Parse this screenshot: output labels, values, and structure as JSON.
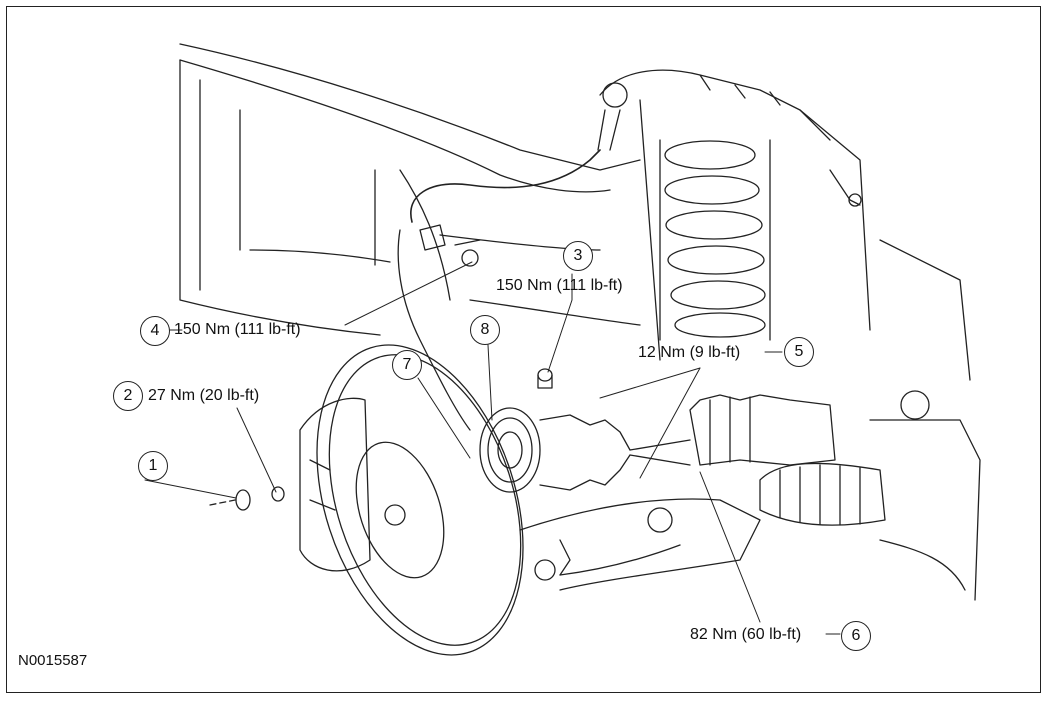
{
  "figure_id": "N0015587",
  "callouts": [
    {
      "num": "1",
      "torque": ""
    },
    {
      "num": "2",
      "torque": "27 Nm (20 lb-ft)"
    },
    {
      "num": "3",
      "torque": "150 Nm (111 lb-ft)"
    },
    {
      "num": "4",
      "torque": "150 Nm (111 lb-ft)"
    },
    {
      "num": "5",
      "torque": "12 Nm (9 lb-ft)"
    },
    {
      "num": "6",
      "torque": "82 Nm (60 lb-ft)"
    },
    {
      "num": "7",
      "torque": ""
    },
    {
      "num": "8",
      "torque": ""
    }
  ]
}
